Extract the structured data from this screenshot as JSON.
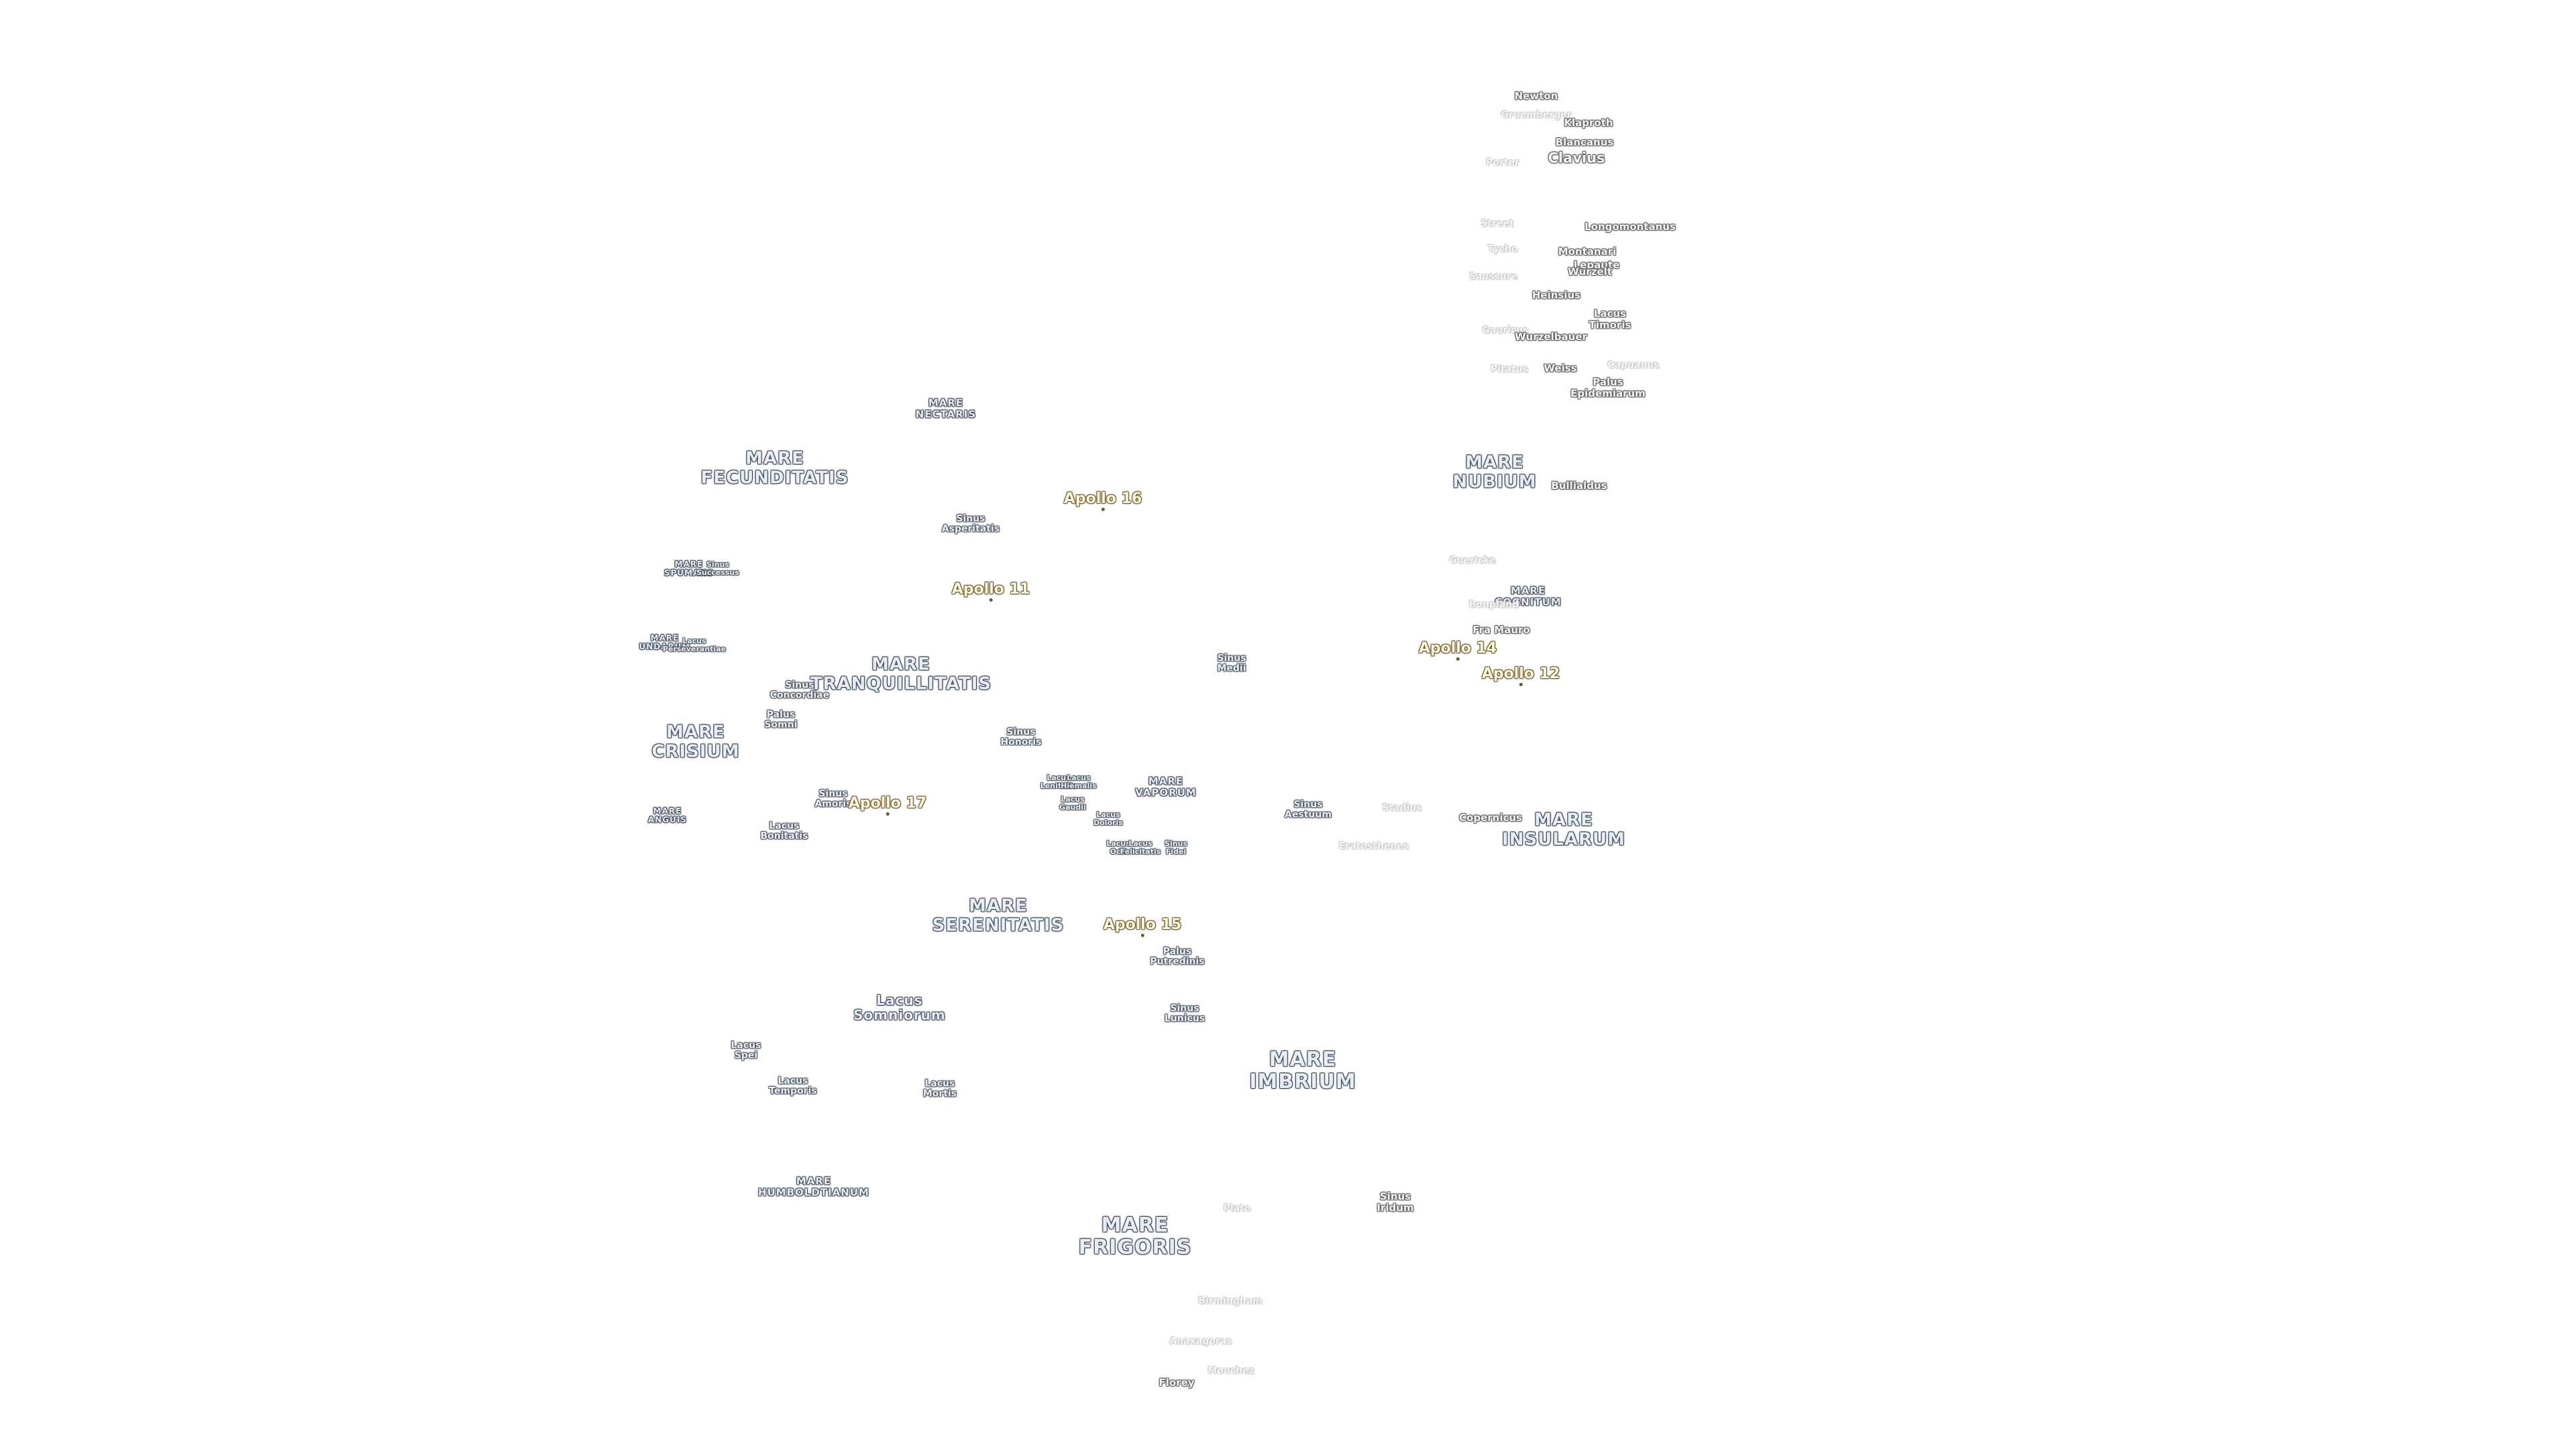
{
  "map": {
    "labels": [
      {
        "text": "Newton",
        "kind": "crater"
      },
      {
        "text": "Gruemberger",
        "kind": "faint"
      },
      {
        "text": "Klaproth",
        "kind": "crater"
      },
      {
        "text": "Blancanus",
        "kind": "crater"
      },
      {
        "text": "Clavius",
        "kind": "crater-lg"
      },
      {
        "text": "Porter",
        "kind": "faint"
      },
      {
        "text": "Street",
        "kind": "faint"
      },
      {
        "text": "Longomontanus",
        "kind": "crater"
      },
      {
        "text": "Tycho",
        "kind": "faint"
      },
      {
        "text": "Montanari",
        "kind": "crater"
      },
      {
        "text": "Lepaute",
        "kind": "crater"
      },
      {
        "text": "Wurzelt",
        "kind": "crater"
      },
      {
        "text": "Saussure",
        "kind": "faint"
      },
      {
        "text": "Heinsius",
        "kind": "crater"
      },
      {
        "text": "Lacus\nTimoris",
        "kind": "crater"
      },
      {
        "text": "Gauricus",
        "kind": "faint"
      },
      {
        "text": "Wurzelbauer",
        "kind": "crater"
      },
      {
        "text": "Pitatus",
        "kind": "faint"
      },
      {
        "text": "Weiss",
        "kind": "crater"
      },
      {
        "text": "Capuanus",
        "kind": "faint"
      },
      {
        "text": "Palus\nEpidemiarum",
        "kind": "crater"
      },
      {
        "text": "MARE\nNECTARIS",
        "kind": "mare-sm"
      },
      {
        "text": "MARE\nFECUNDITATIS",
        "kind": "mare"
      },
      {
        "text": "Apollo 16",
        "kind": "apollo"
      },
      {
        "text": "MARE\nNUBIUM",
        "kind": "mare"
      },
      {
        "text": "Bullialdus",
        "kind": "crater"
      },
      {
        "text": "Sinus\nAsperitatis",
        "kind": "small"
      },
      {
        "text": "MARE\nSPUMANS",
        "kind": "mare-xs"
      },
      {
        "text": "Sinus\nSuccessus",
        "kind": "small-xs"
      },
      {
        "text": "Apollo 11",
        "kind": "apollo"
      },
      {
        "text": "Guericke",
        "kind": "faint"
      },
      {
        "text": "MARE\nCOGNITUM",
        "kind": "mare-sm"
      },
      {
        "text": "Bonpland",
        "kind": "faint"
      },
      {
        "text": "Fra Mauro",
        "kind": "crater"
      },
      {
        "text": "MARE\nUNDARUM",
        "kind": "mare-xs"
      },
      {
        "text": "Lacus\nPerseverantiae",
        "kind": "small-xs"
      },
      {
        "text": "Apollo 14",
        "kind": "apollo"
      },
      {
        "text": "Sinus\nMedii",
        "kind": "small"
      },
      {
        "text": "Apollo 12",
        "kind": "apollo"
      },
      {
        "text": "MARE\nTRANQUILLITATIS",
        "kind": "mare"
      },
      {
        "text": "Sinus\nConcordiae",
        "kind": "small"
      },
      {
        "text": "Palus\nSomni",
        "kind": "small"
      },
      {
        "text": "MARE\nCRISIUM",
        "kind": "mare"
      },
      {
        "text": "Sinus\nHonoris",
        "kind": "small"
      },
      {
        "text": "Lacus\nLenitatis",
        "kind": "small-xs"
      },
      {
        "text": "Lacus\nHiemalis",
        "kind": "small-xs"
      },
      {
        "text": "MARE\nVAPORUM",
        "kind": "mare-sm"
      },
      {
        "text": "Lacus\nGaudii",
        "kind": "small-xs"
      },
      {
        "text": "Sinus\nAmoris",
        "kind": "small"
      },
      {
        "text": "Apollo 17",
        "kind": "apollo"
      },
      {
        "text": "Sinus\nAestuum",
        "kind": "small"
      },
      {
        "text": "Stadius",
        "kind": "faint"
      },
      {
        "text": "Lacus\nDoloris",
        "kind": "small-xs"
      },
      {
        "text": "MARE\nANGUIS",
        "kind": "mare-xs"
      },
      {
        "text": "Lacus\nBonitatis",
        "kind": "small"
      },
      {
        "text": "Copernicus",
        "kind": "crater"
      },
      {
        "text": "MARE\nINSULARUM",
        "kind": "mare"
      },
      {
        "text": "Eratosthenes",
        "kind": "faint"
      },
      {
        "text": "Lacus\nOdii",
        "kind": "small-xs"
      },
      {
        "text": "Lacus\nFelicitatis",
        "kind": "small-xs"
      },
      {
        "text": "Sinus\nFidei",
        "kind": "small-xs"
      },
      {
        "text": "MARE\nSERENITATIS",
        "kind": "mare"
      },
      {
        "text": "Apollo 15",
        "kind": "apollo"
      },
      {
        "text": "Palus\nPutredinis",
        "kind": "small"
      },
      {
        "text": "Lacus\nSomniorum",
        "kind": "mare-md"
      },
      {
        "text": "Sinus\nLunicus",
        "kind": "small"
      },
      {
        "text": "Lacus\nSpei",
        "kind": "small"
      },
      {
        "text": "MARE\nIMBRIUM",
        "kind": "mare-big"
      },
      {
        "text": "Lacus\nTemporis",
        "kind": "small"
      },
      {
        "text": "Lacus\nMortis",
        "kind": "small"
      },
      {
        "text": "MARE\nHUMBOLDTIANUM",
        "kind": "mare-sm"
      },
      {
        "text": "Plato",
        "kind": "faint"
      },
      {
        "text": "Sinus\nIridum",
        "kind": "crater"
      },
      {
        "text": "MARE\nFRIGORIS",
        "kind": "mare-big"
      },
      {
        "text": "Birmingham",
        "kind": "faint"
      },
      {
        "text": "Anaxagoras",
        "kind": "faint"
      },
      {
        "text": "Mouchez",
        "kind": "faint"
      },
      {
        "text": "Florey",
        "kind": "crater"
      }
    ]
  }
}
